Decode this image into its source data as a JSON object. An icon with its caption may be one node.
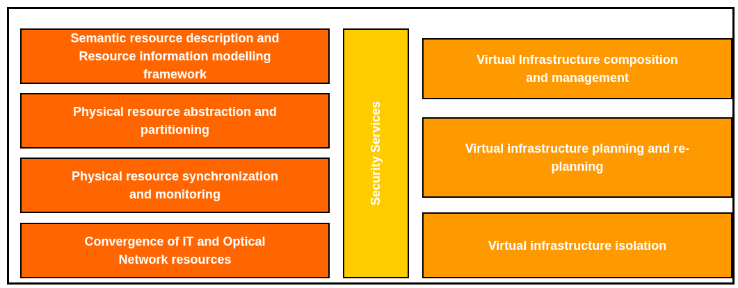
{
  "diagram": {
    "nodes": [
      {
        "text": [],
        "shape": "box"
      },
      {
        "text": [
          "Semantic resource description and Resource information modelling framework"
        ],
        "in": 0
      },
      {
        "text": [
          "Physical resource abstraction and partitioning"
        ],
        "in": 0
      },
      {
        "text": [
          "Physical resource synchronization and monitoring"
        ],
        "in": 0
      },
      {
        "text": [
          "Convergence of IT and Optical Network resources"
        ],
        "in": 0
      },
      {
        "text": [
          "Security Services"
        ],
        "in": 0
      },
      {
        "text": [
          "Virtual Infrastructure composition and management"
        ],
        "in": 0
      },
      {
        "text": [
          "Virtual infrastructure planning and re-planning"
        ],
        "in": 0
      },
      {
        "text": [
          "Virtual infrastructure isolation"
        ],
        "in": 0
      }
    ],
    "edges": []
  }
}
